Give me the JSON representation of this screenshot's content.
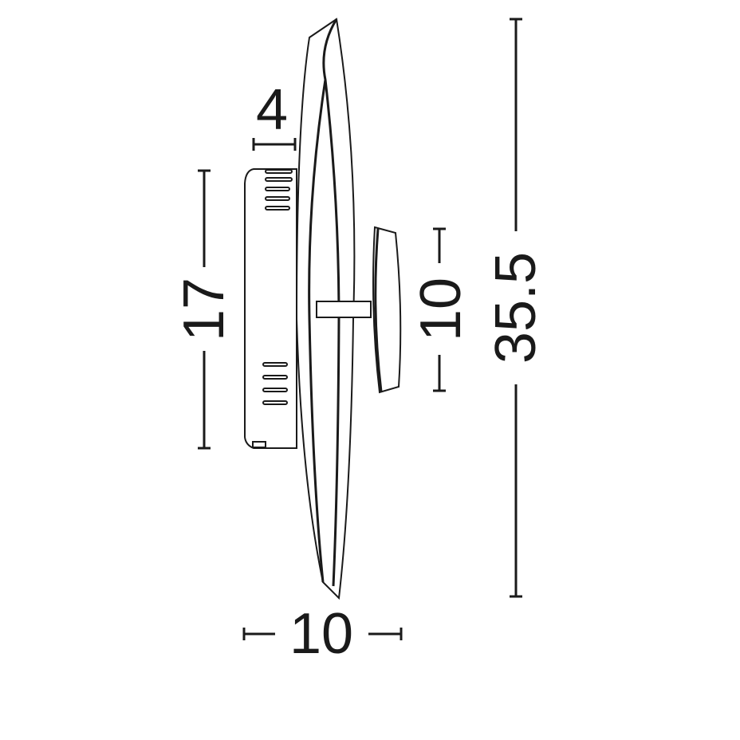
{
  "dimensions": {
    "base_depth": "4",
    "base_height": "17",
    "mount_height": "10",
    "total_height": "35.5",
    "total_depth": "10"
  },
  "colors": {
    "line": "#1a1a1a",
    "background": "#ffffff"
  }
}
